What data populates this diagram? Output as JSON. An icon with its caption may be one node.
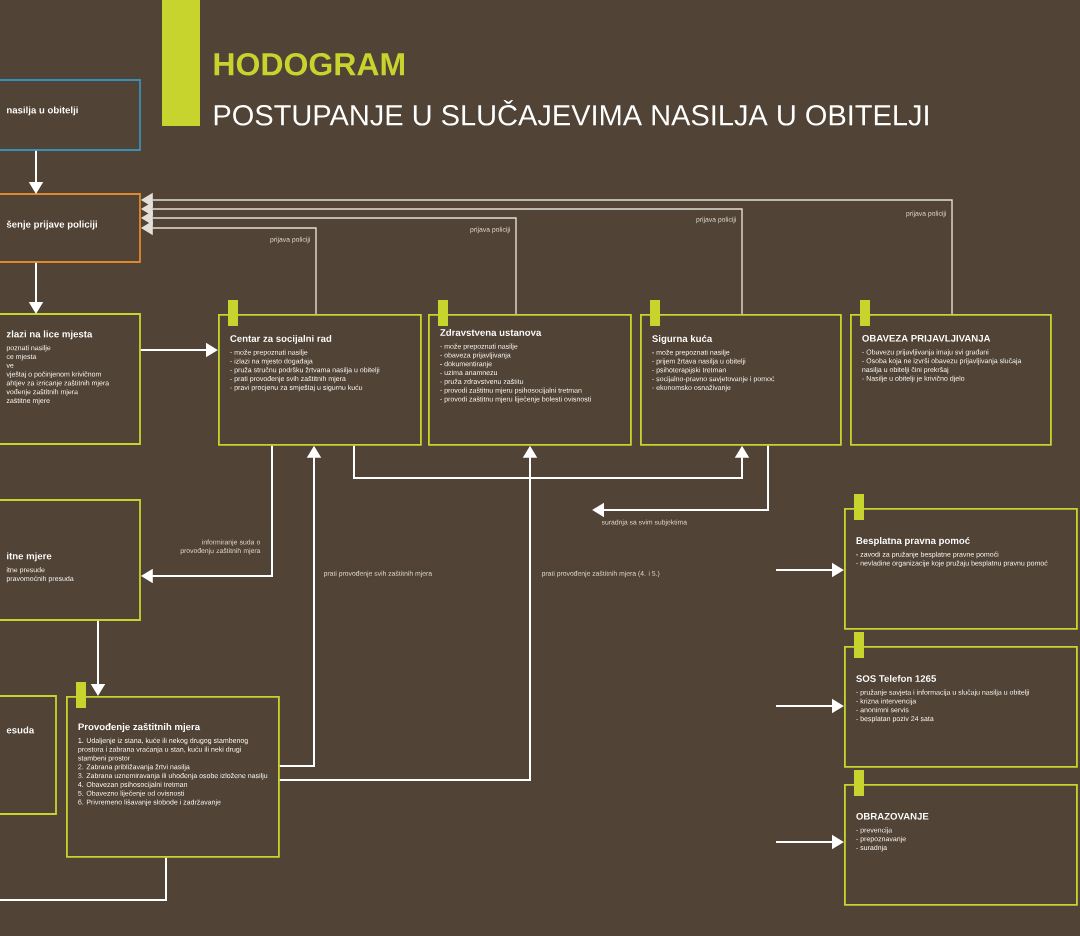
{
  "diagram": {
    "title": "HODOGRAM",
    "labels": [
      "POSTUPANJE U SLUČAJEVIMA NASILJA U OBITELJI"
    ],
    "nodes": [
      {
        "text": [
          "nasilja u obitelji"
        ]
      },
      {
        "text": [
          "šenje prijave policiji"
        ]
      },
      {
        "text": [
          "zlazi na lice mjesta",
          "poznati nasilje",
          "ce mjesta",
          "ve",
          "vještaj o počinjenom krivičnom",
          "ahtjev za izricanje zaštitnih mjera",
          "vođenje zaštitnih mjera",
          "zaštitne mjere"
        ]
      },
      {
        "text": [
          "Centar za socijalni rad",
          "- može prepoznati nasilje",
          "- izlazi na mjesto događaja",
          "- pruža stručnu podršku žrtvama nasilja u obitelji",
          "- prati provođenje svih zaštitnih mjera",
          "- pravi procjenu za smještaj u sigurnu kuću"
        ]
      },
      {
        "text": [
          "Zdravstvena ustanova",
          "- može prepoznati nasilje",
          "- obaveza prijavljivanja",
          "- dokumentiranje",
          "- uzima anamnezu",
          "- pruža zdravstvenu zaštitu",
          "- provodi zaštitnu mjeru psihosocijalni tretman",
          "- provodi zaštitnu mjeru liječenje bolesti ovisnosti"
        ]
      },
      {
        "text": [
          "Sigurna kuća",
          "- može prepoznati nasilje",
          "- prijem žrtava nasilja u obitelji",
          "- psihoterapijski tretman",
          "- socijalno-pravno savjetovanje i pomoć",
          "- ekonomsko osnaživanje"
        ]
      },
      {
        "text": [
          "OBAVEZA PRIJAVLJIVANJA",
          "- Obavezu prijavljivanja imaju svi građani",
          "- Osoba koja ne izvrši obavezu prijavljivanja slučaja nasilja u obitelji čini prekršaj",
          "- Nasilje u obitelji je krivično djelo"
        ]
      },
      {
        "text": [
          "itne mjere",
          "itne presude",
          "pravomoćnih presuda"
        ]
      },
      {
        "text": [
          "Besplatna pravna pomoć",
          "- zavodi za pružanje besplatne pravne pomoći",
          "- nevladine organizacije koje pružaju besplatnu pravnu pomoć"
        ]
      },
      {
        "text": [
          "esuda"
        ]
      },
      {
        "text": [
          "Provođenje zaštitnih mjera",
          "1. Udaljenje iz stana, kuće ili nekog drugog stambenog prostora i zabrana vraćanja u stan, kuću ili neki drugi stambeni prostor",
          "2. Zabrana približavanja žrtvi nasilja",
          "3. Zabrana uznemiravanja ili uhođenja osobe izložene nasilju",
          "4. Obavezan psihosocijalni tretman",
          "5. Obavezno liječenje od ovisnosti",
          "6. Privremeno lišavanje slobode i zadržavanje"
        ]
      },
      {
        "text": [
          "SOS Telefon 1265",
          "- pružanje savjeta i informacija u slučaju nasilja u obitelji",
          "- krizna intervencija",
          "- anonimni servis",
          "- besplatan poziv 24 sata"
        ]
      },
      {
        "text": [
          "OBRAZOVANJE",
          "- prevencija",
          "- prepoznavanje",
          "- suradnja"
        ]
      }
    ],
    "edges": [
      {
        "from": 0,
        "to": 1,
        "arrow": "to"
      },
      {
        "from": 1,
        "to": 2,
        "arrow": "to"
      },
      {
        "from": 2,
        "to": 3,
        "arrow": "to"
      },
      {
        "from": 3,
        "to": 1,
        "arrow": "to",
        "label": "prijava policiji"
      },
      {
        "from": 4,
        "to": 1,
        "arrow": "to",
        "label": "prijava policiji"
      },
      {
        "from": 5,
        "to": 1,
        "arrow": "to",
        "label": "prijava policiji"
      },
      {
        "from": 6,
        "to": 1,
        "arrow": "to",
        "label": "prijava policiji"
      },
      {
        "from": 3,
        "to": 7,
        "arrow": "to",
        "label": "informiranje suda o provođenju zaštitnih mjera"
      },
      {
        "from": 3,
        "to": 5,
        "arrow": "to"
      },
      {
        "from": 5,
        "to": null,
        "arrow": "to",
        "label": "suradnja sa svim subjektima"
      },
      {
        "from": 10,
        "to": 3,
        "arrow": "to",
        "label": "prati provođenje svih zaštitnih mjera"
      },
      {
        "from": 10,
        "to": 4,
        "arrow": "to",
        "label": "prati provođenje zaštitnih mjera (4. i 5.)"
      },
      {
        "from": null,
        "to": 8,
        "arrow": "to"
      },
      {
        "from": null,
        "to": 11,
        "arrow": "to"
      },
      {
        "from": null,
        "to": 12,
        "arrow": "to"
      },
      {
        "from": 7,
        "to": 10,
        "arrow": "to"
      },
      {
        "from": 10,
        "to": null,
        "arrow": "none"
      }
    ]
  }
}
